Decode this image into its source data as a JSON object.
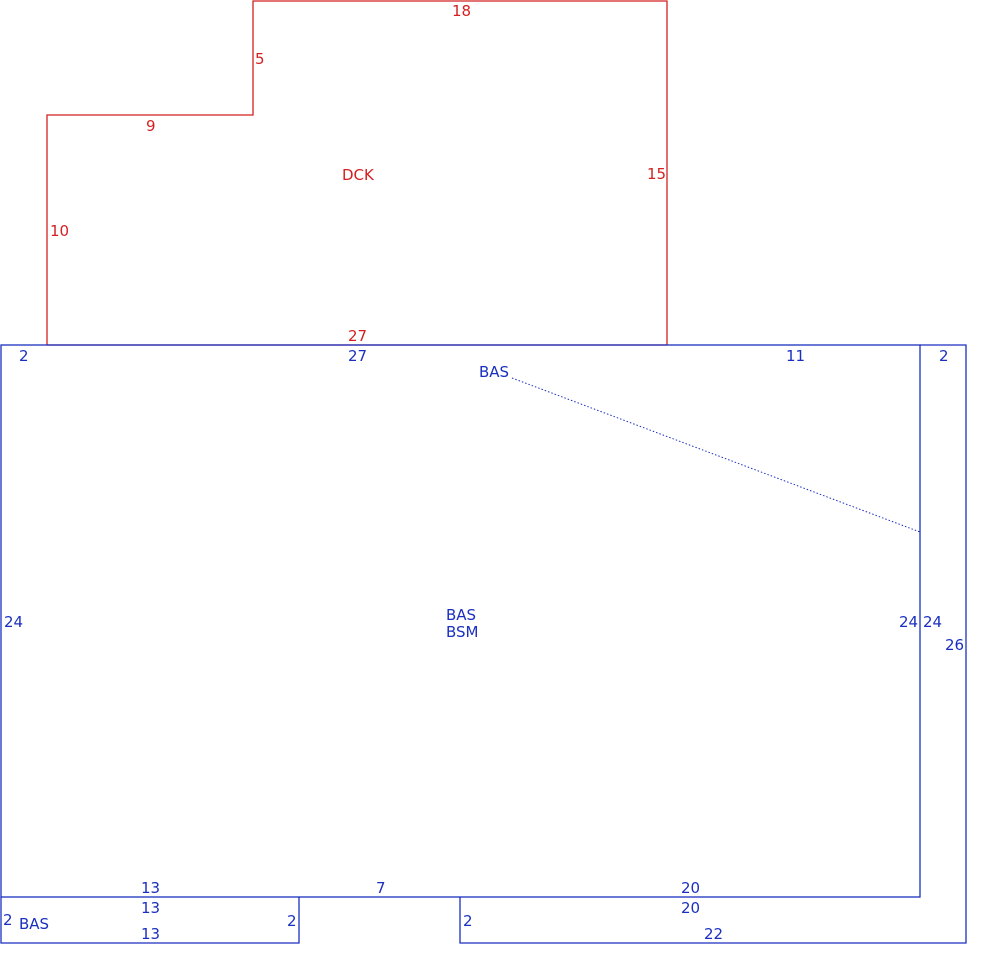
{
  "sketch": {
    "deck": {
      "area_code": "DCK",
      "dims": {
        "top": "18",
        "step_vertical": "5",
        "step_horizontal": "9",
        "left": "10",
        "right": "15",
        "bottom": "27"
      },
      "color": "#d42020"
    },
    "main": {
      "area_codes": [
        "BAS",
        "BSM"
      ],
      "dims": {
        "top_left": "2",
        "top": "27",
        "top_right": "11",
        "left": "24",
        "right_inner": "24",
        "bottom_left": "13",
        "bottom_middle": "7",
        "bottom_right": "20"
      },
      "color": "#1a2fc0"
    },
    "upper_bas": {
      "area_code": "BAS"
    },
    "side_strip": {
      "dims": {
        "top": "2",
        "inner": "24",
        "outer": "26"
      }
    },
    "lower_left": {
      "area_code": "BAS",
      "dims": {
        "top": "13",
        "bottom": "13",
        "left": "2",
        "right": "2"
      }
    },
    "lower_right": {
      "dims": {
        "top": "20",
        "bottom": "22",
        "left": "2"
      }
    }
  }
}
